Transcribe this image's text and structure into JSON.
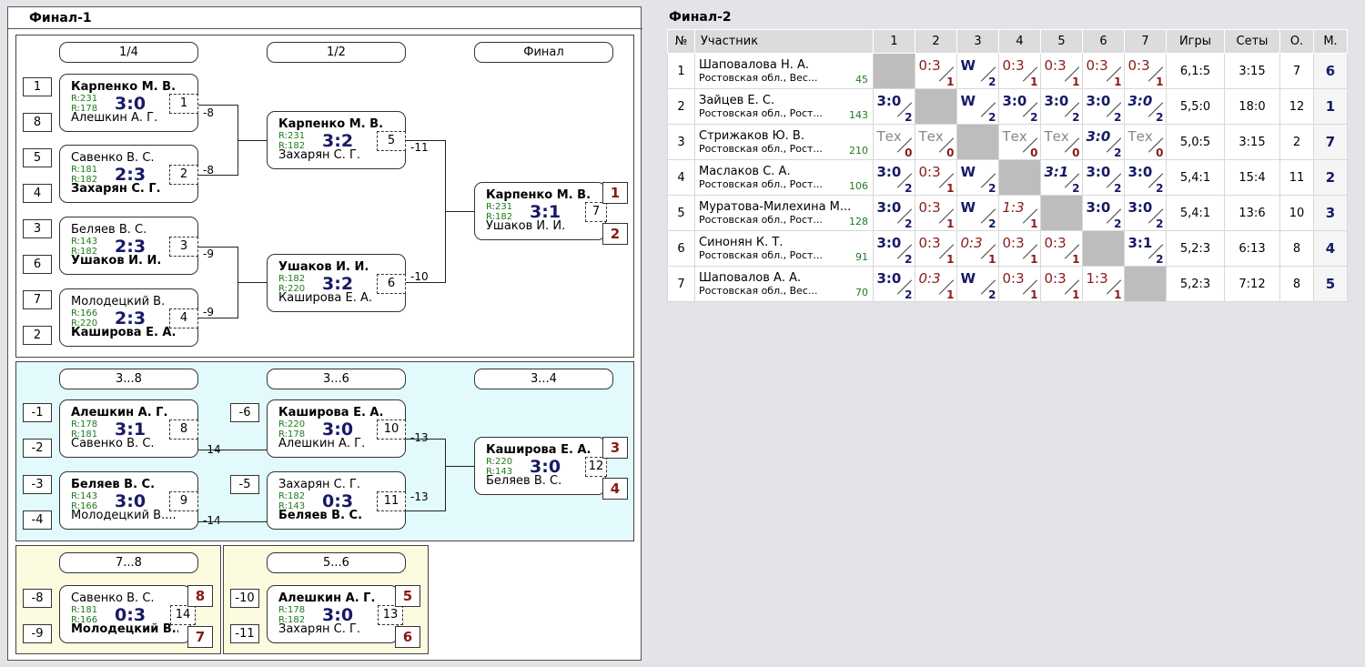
{
  "final1": {
    "title": "Финал-1",
    "rounds": {
      "r14": "1/4",
      "r12": "1/2",
      "fin": "Финал",
      "r38": "3...8",
      "r36": "3...6",
      "r34": "3...4",
      "r78": "7...8",
      "r56": "5...6"
    },
    "seeds": {
      "s1": "1",
      "s8": "8",
      "s5": "5",
      "s4": "4",
      "s3": "3",
      "s6": "6",
      "s7": "7",
      "s2": "2",
      "m1": "-1",
      "m2": "-2",
      "m3": "-3",
      "m4": "-4",
      "m6": "-6",
      "m5": "-5",
      "m8": "-8",
      "m9": "-9",
      "m10": "-10",
      "m11": "-11"
    },
    "losers": {
      "g1": "-8",
      "g2": "-8",
      "g3": "-9",
      "g4": "-9",
      "g5": "-11",
      "g6": "-10",
      "g8": "-14",
      "g9": "-14",
      "g10": "-13",
      "g11": "-13"
    },
    "places": {
      "p1": "1",
      "p2": "2",
      "p3": "3",
      "p4": "4",
      "p8": "8",
      "p7": "7",
      "p5": "5",
      "p6": "6"
    },
    "matches": {
      "g1": {
        "p1": "Карпенко М. В.",
        "r1": "R:231",
        "r2": "R:178",
        "score": "3:0",
        "num": "1",
        "p2": "Алешкин А. Г."
      },
      "g2": {
        "p1": "Савенко В. С.",
        "r1": "R:181",
        "r2": "R:182",
        "score": "2:3",
        "num": "2",
        "p2": "Захарян С. Г."
      },
      "g3": {
        "p1": "Беляев В. С.",
        "r1": "R:143",
        "r2": "R:182",
        "score": "2:3",
        "num": "3",
        "p2": "Ушаков И. И."
      },
      "g4": {
        "p1": "Молодецкий В.",
        "r1": "R:166",
        "r2": "R:220",
        "score": "2:3",
        "num": "4",
        "p2": "Каширова Е. А."
      },
      "g5": {
        "p1": "Карпенко М. В.",
        "r1": "R:231",
        "r2": "R:182",
        "score": "3:2",
        "num": "5",
        "p2": "Захарян С. Г."
      },
      "g6": {
        "p1": "Ушаков И. И.",
        "r1": "R:182",
        "r2": "R:220",
        "score": "3:2",
        "num": "6",
        "p2": "Каширова Е. А."
      },
      "g7": {
        "p1": "Карпенко М. В.",
        "r1": "R:231",
        "r2": "R:182",
        "score": "3:1",
        "num": "7",
        "p2": "Ушаков И. И."
      },
      "g8": {
        "p1": "Алешкин А. Г.",
        "r1": "R:178",
        "r2": "R:181",
        "score": "3:1",
        "num": "8",
        "p2": "Савенко В. С."
      },
      "g9": {
        "p1": "Беляев В. С.",
        "r1": "R:143",
        "r2": "R:166",
        "score": "3:0",
        "num": "9",
        "p2": "Молодецкий В...."
      },
      "g10": {
        "p1": "Каширова Е. А.",
        "r1": "R:220",
        "r2": "R:178",
        "score": "3:0",
        "num": "10",
        "p2": "Алешкин А. Г."
      },
      "g11": {
        "p1": "Захарян С. Г.",
        "r1": "R:182",
        "r2": "R:143",
        "score": "0:3",
        "num": "11",
        "p2": "Беляев В. С."
      },
      "g12": {
        "p1": "Каширова Е. А.",
        "r1": "R:220",
        "r2": "R:143",
        "score": "3:0",
        "num": "12",
        "p2": "Беляев В. С."
      },
      "g14": {
        "p1": "Савенко В. С.",
        "r1": "R:181",
        "r2": "R:166",
        "score": "0:3",
        "num": "14",
        "p2": "Молодецкий В..."
      },
      "g13": {
        "p1": "Алешкин А. Г.",
        "r1": "R:178",
        "r2": "R:182",
        "score": "3:0",
        "num": "13",
        "p2": "Захарян С. Г."
      }
    }
  },
  "final2": {
    "title": "Финал-2",
    "headers": [
      "№",
      "Участник",
      "1",
      "2",
      "3",
      "4",
      "5",
      "6",
      "7",
      "Игры",
      "Сеты",
      "О.",
      "М."
    ],
    "rows": [
      {
        "num": "1",
        "name": "Шаповалова Н. А.",
        "region": "Ростовская обл., Вес...",
        "rating": "45",
        "cells": [
          null,
          [
            "0:3",
            "1",
            "rg"
          ],
          [
            "W",
            "2",
            "bo"
          ],
          [
            "0:3",
            "1",
            "rg"
          ],
          [
            "0:3",
            "1",
            "rg"
          ],
          [
            "0:3",
            "1",
            "rg"
          ],
          [
            "0:3",
            "1",
            "rg"
          ]
        ],
        "games": "6,1:5",
        "sets": "3:15",
        "pts": "7",
        "place": "6"
      },
      {
        "num": "2",
        "name": "Зайцев Е. С.",
        "region": "Ростовская обл., Рост...",
        "rating": "143",
        "cells": [
          [
            "3:0",
            "2",
            "bo"
          ],
          null,
          [
            "W",
            "2",
            "bo"
          ],
          [
            "3:0",
            "2",
            "bo"
          ],
          [
            "3:0",
            "2",
            "bo"
          ],
          [
            "3:0",
            "2",
            "bo"
          ],
          [
            "3:0",
            "2",
            "it"
          ]
        ],
        "games": "5,5:0",
        "sets": "18:0",
        "pts": "12",
        "place": "1"
      },
      {
        "num": "3",
        "name": "Стрижаков Ю. В.",
        "region": "Ростовская обл., Рост...",
        "rating": "210",
        "cells": [
          [
            "Тех",
            "0",
            "tx"
          ],
          [
            "Тех",
            "0",
            "tx"
          ],
          null,
          [
            "Тех",
            "0",
            "tx"
          ],
          [
            "Тех",
            "0",
            "tx"
          ],
          [
            "3:0",
            "2",
            "it"
          ],
          [
            "Тех",
            "0",
            "tx"
          ]
        ],
        "games": "5,0:5",
        "sets": "3:15",
        "pts": "2",
        "place": "7"
      },
      {
        "num": "4",
        "name": "Маслаков С. А.",
        "region": "Ростовская обл., Рост...",
        "rating": "106",
        "cells": [
          [
            "3:0",
            "2",
            "bo"
          ],
          [
            "0:3",
            "1",
            "rg"
          ],
          [
            "W",
            "2",
            "bo"
          ],
          null,
          [
            "3:1",
            "2",
            "it"
          ],
          [
            "3:0",
            "2",
            "bo"
          ],
          [
            "3:0",
            "2",
            "bo"
          ]
        ],
        "games": "5,4:1",
        "sets": "15:4",
        "pts": "11",
        "place": "2"
      },
      {
        "num": "5",
        "name": "Муратова-Милехина М...",
        "region": "Ростовская обл., Рост...",
        "rating": "128",
        "cells": [
          [
            "3:0",
            "2",
            "bo"
          ],
          [
            "0:3",
            "1",
            "rg"
          ],
          [
            "W",
            "2",
            "bo"
          ],
          [
            "1:3",
            "1",
            "rgit"
          ],
          null,
          [
            "3:0",
            "2",
            "bo"
          ],
          [
            "3:0",
            "2",
            "bo"
          ]
        ],
        "games": "5,4:1",
        "sets": "13:6",
        "pts": "10",
        "place": "3"
      },
      {
        "num": "6",
        "name": "Синонян К. Т.",
        "region": "Ростовская обл., Рост...",
        "rating": "91",
        "cells": [
          [
            "3:0",
            "2",
            "bo"
          ],
          [
            "0:3",
            "1",
            "rg"
          ],
          [
            "0:3",
            "1",
            "rgit"
          ],
          [
            "0:3",
            "1",
            "rg"
          ],
          [
            "0:3",
            "1",
            "rg"
          ],
          null,
          [
            "3:1",
            "2",
            "bo"
          ]
        ],
        "games": "5,2:3",
        "sets": "6:13",
        "pts": "8",
        "place": "4"
      },
      {
        "num": "7",
        "name": "Шаповалов А. А.",
        "region": "Ростовская обл., Вес...",
        "rating": "70",
        "cells": [
          [
            "3:0",
            "2",
            "bo"
          ],
          [
            "0:3",
            "1",
            "rgit"
          ],
          [
            "W",
            "2",
            "bo"
          ],
          [
            "0:3",
            "1",
            "rg"
          ],
          [
            "0:3",
            "1",
            "rg"
          ],
          [
            "1:3",
            "1",
            "rg"
          ],
          null
        ],
        "games": "5,2:3",
        "sets": "7:12",
        "pts": "8",
        "place": "5"
      }
    ]
  }
}
